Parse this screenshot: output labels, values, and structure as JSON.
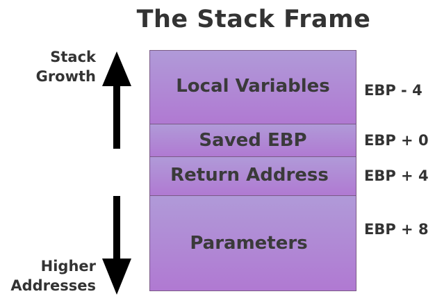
{
  "title": "The Stack Frame",
  "segments": [
    {
      "label": "Local Variables",
      "offset": "EBP - 4"
    },
    {
      "label": "Saved EBP",
      "offset": "EBP + 0"
    },
    {
      "label": "Return Address",
      "offset": "EBP + 4"
    },
    {
      "label": "Parameters",
      "offset": "EBP + 8"
    }
  ],
  "stack_growth": {
    "line1": "Stack",
    "line2": "Growth"
  },
  "higher_addresses": {
    "line1": "Higher",
    "line2": "Addresses"
  },
  "colors": {
    "segment_top": "#b09ad8",
    "segment_bottom": "#b079d2",
    "text": "#333333",
    "arrow": "#000000"
  }
}
